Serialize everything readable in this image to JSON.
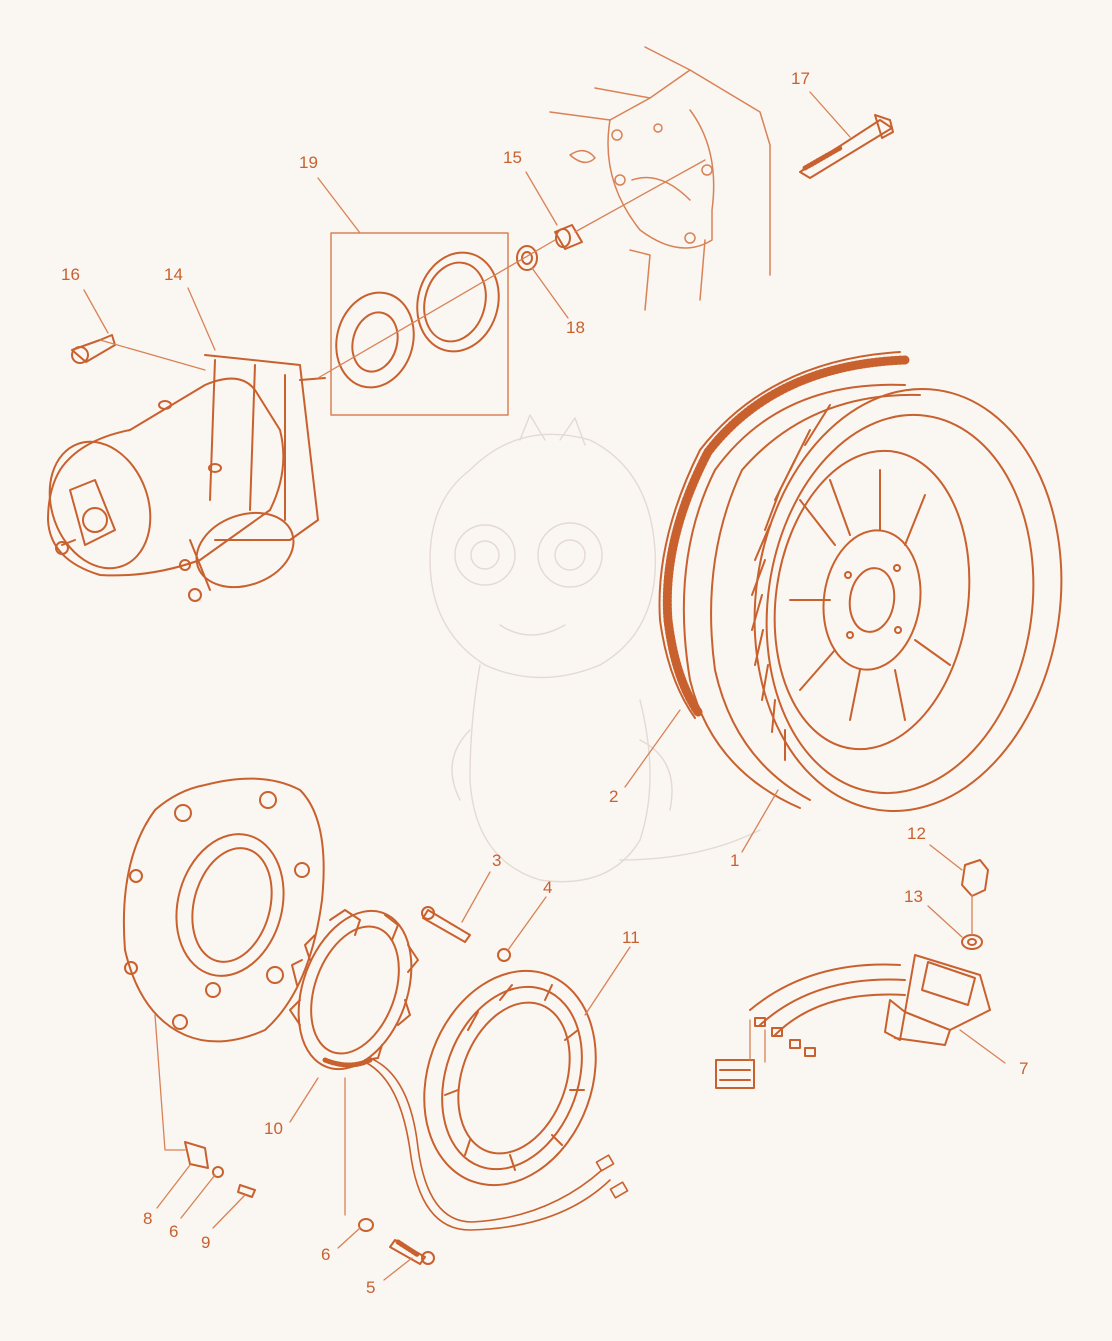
{
  "colors": {
    "background": "#faf6f2",
    "ink": "#c9612e",
    "ink_light": "#d98256",
    "watermark": "#e4dad3"
  },
  "callouts": {
    "c1": "1",
    "c2": "2",
    "c3": "3",
    "c4": "4",
    "c5": "5",
    "c6a": "6",
    "c6b": "6",
    "c7": "7",
    "c8": "8",
    "c9": "9",
    "c10": "10",
    "c11": "11",
    "c12": "12",
    "c13": "13",
    "c14": "14",
    "c15": "15",
    "c16": "16",
    "c17": "17",
    "c18": "18",
    "c19": "19"
  }
}
